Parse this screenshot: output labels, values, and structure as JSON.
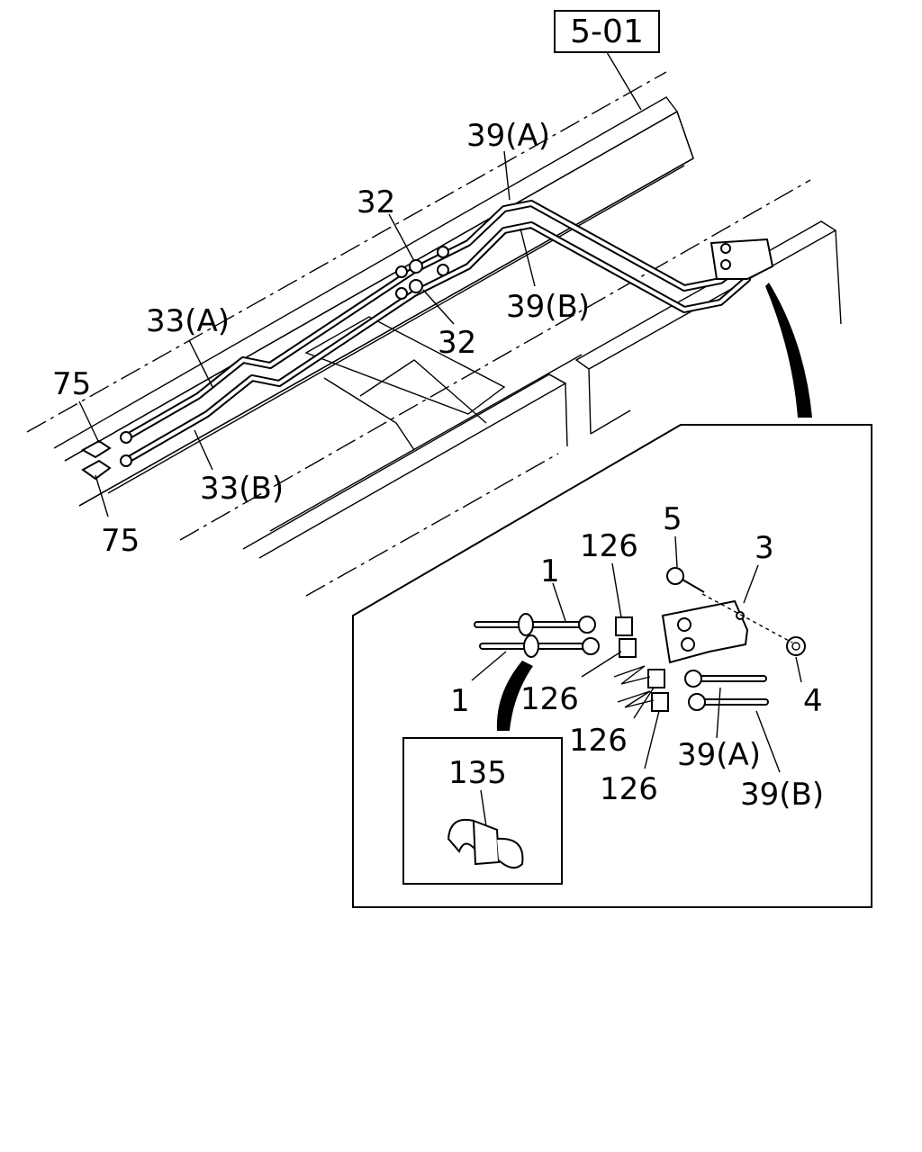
{
  "reference_box": "5-01",
  "callouts": {
    "l_39a_top": "39(A)",
    "l_32_top": "32",
    "l_39b_top": "39(B)",
    "l_32_mid": "32",
    "l_33a": "33(A)",
    "l_75_top": "75",
    "l_33b": "33(B)",
    "l_75_bot": "75",
    "d_5": "5",
    "d_3": "3",
    "d_1_top": "1",
    "d_126_a": "126",
    "d_4": "4",
    "d_1_bot": "1",
    "d_126_b": "126",
    "d_126_c": "126",
    "d_39a": "39(A)",
    "d_126_d": "126",
    "d_39b": "39(B)",
    "d_135": "135"
  }
}
